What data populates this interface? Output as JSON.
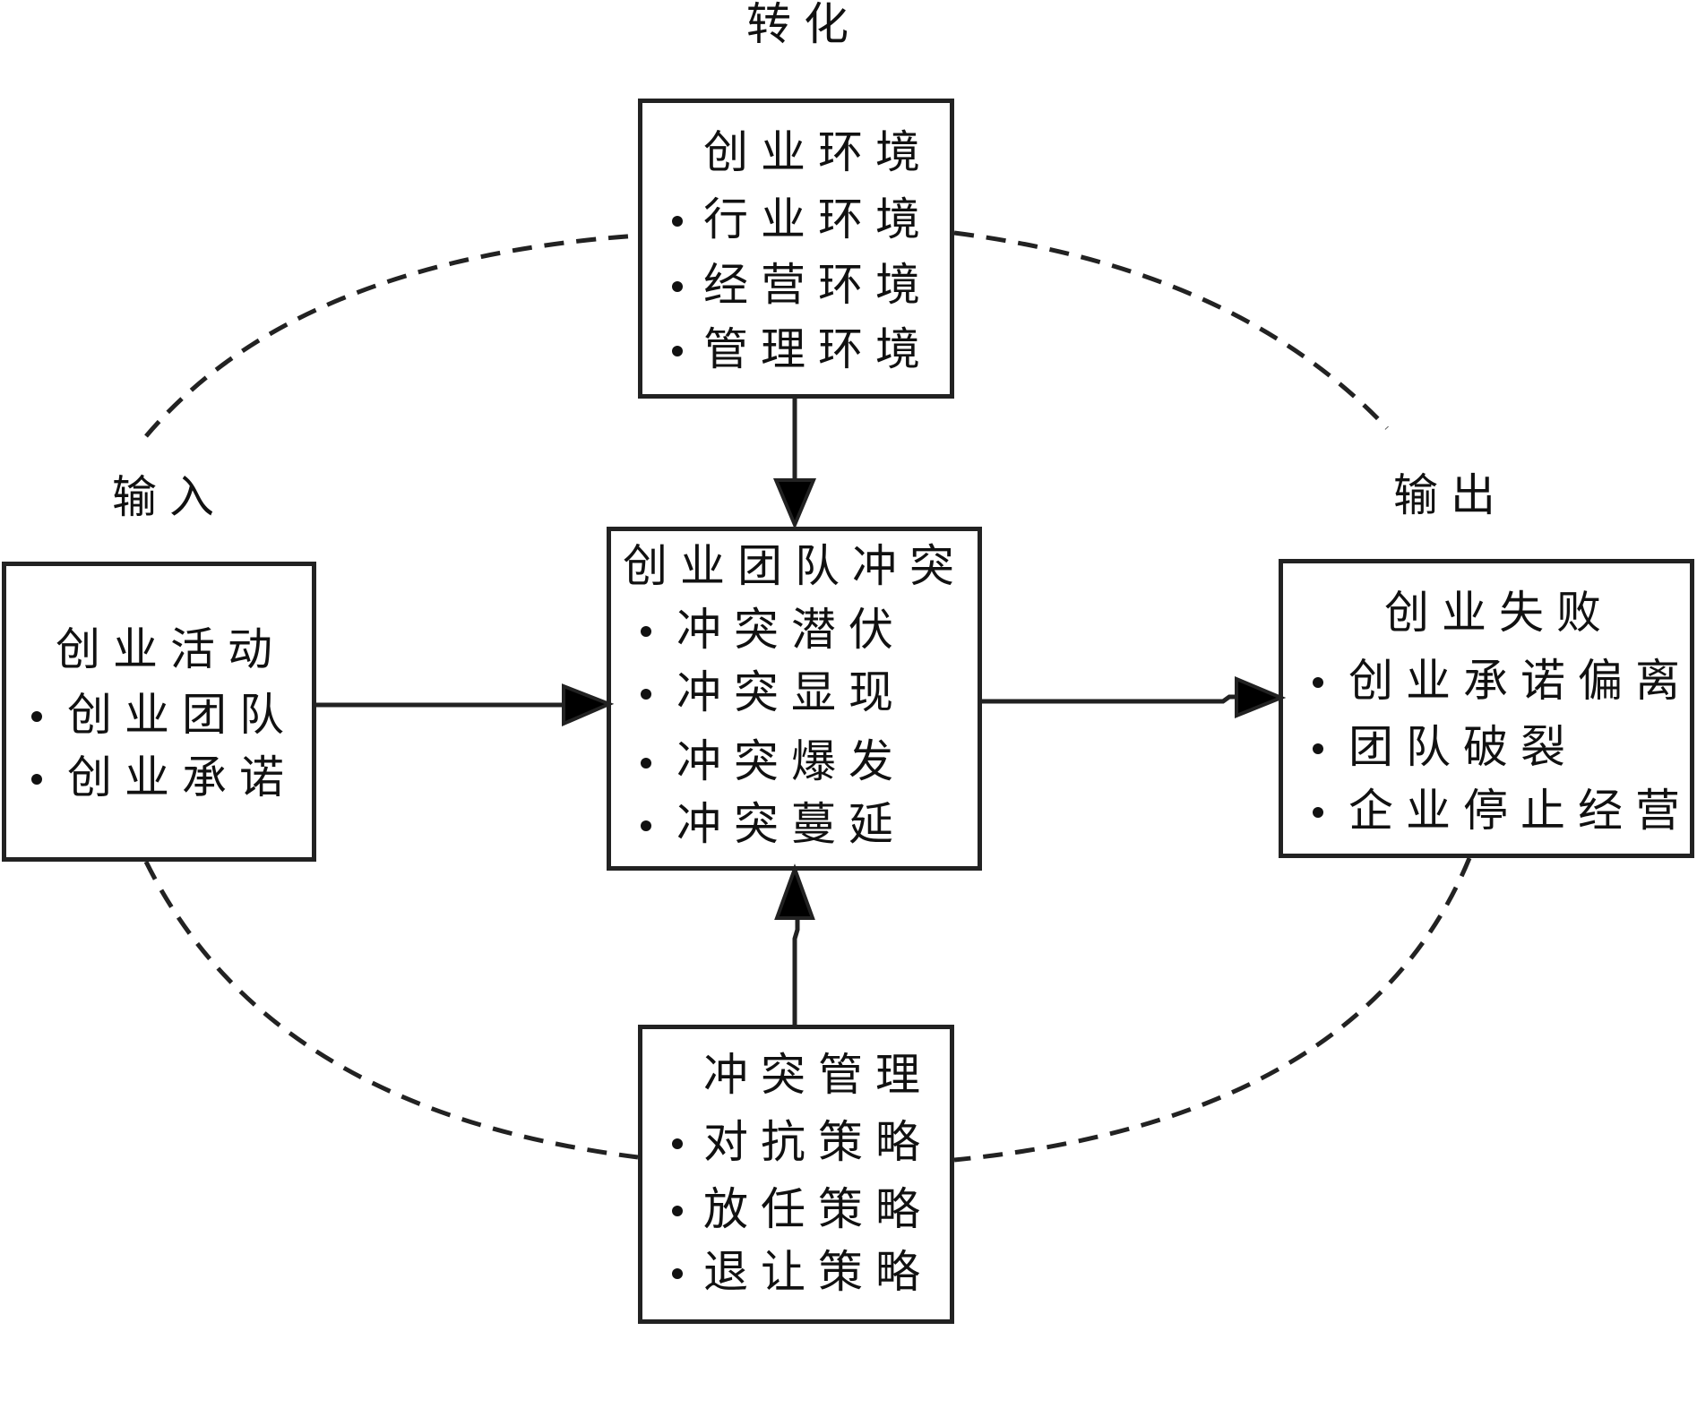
{
  "diagram": {
    "stage_labels": {
      "input": "输入",
      "transformation": "转化",
      "output": "输出"
    },
    "nodes": {
      "input": {
        "title": "创业活动",
        "items": [
          "创业团队",
          "创业承诺"
        ]
      },
      "environment": {
        "title": "创业环境",
        "items": [
          "行业环境",
          "经营环境",
          "管理环境"
        ]
      },
      "conflict": {
        "title": "创业团队冲突",
        "items": [
          "冲突潜伏",
          "冲突显现",
          "冲突爆发",
          "冲突蔓延"
        ]
      },
      "management": {
        "title": "冲突管理",
        "items": [
          "对抗策略",
          "放任策略",
          "退让策略"
        ]
      },
      "output": {
        "title": "创业失败",
        "items": [
          "创业承诺偏离",
          "团队破裂",
          "企业停止经营"
        ]
      }
    },
    "edges": [
      {
        "from": "input",
        "to": "conflict",
        "style": "solid-arrow"
      },
      {
        "from": "environment",
        "to": "conflict",
        "style": "solid-arrow"
      },
      {
        "from": "management",
        "to": "conflict",
        "style": "solid-arrow"
      },
      {
        "from": "conflict",
        "to": "output",
        "style": "solid-arrow"
      },
      {
        "from": "input",
        "to": "environment",
        "style": "dashed-arc"
      },
      {
        "from": "environment",
        "to": "output",
        "style": "dashed-arc"
      },
      {
        "from": "output",
        "to": "management",
        "style": "dashed-arc"
      },
      {
        "from": "management",
        "to": "input",
        "style": "dashed-arc"
      }
    ],
    "colors": {
      "stroke": "#222222",
      "text": "#111111",
      "background": "#ffffff"
    }
  }
}
